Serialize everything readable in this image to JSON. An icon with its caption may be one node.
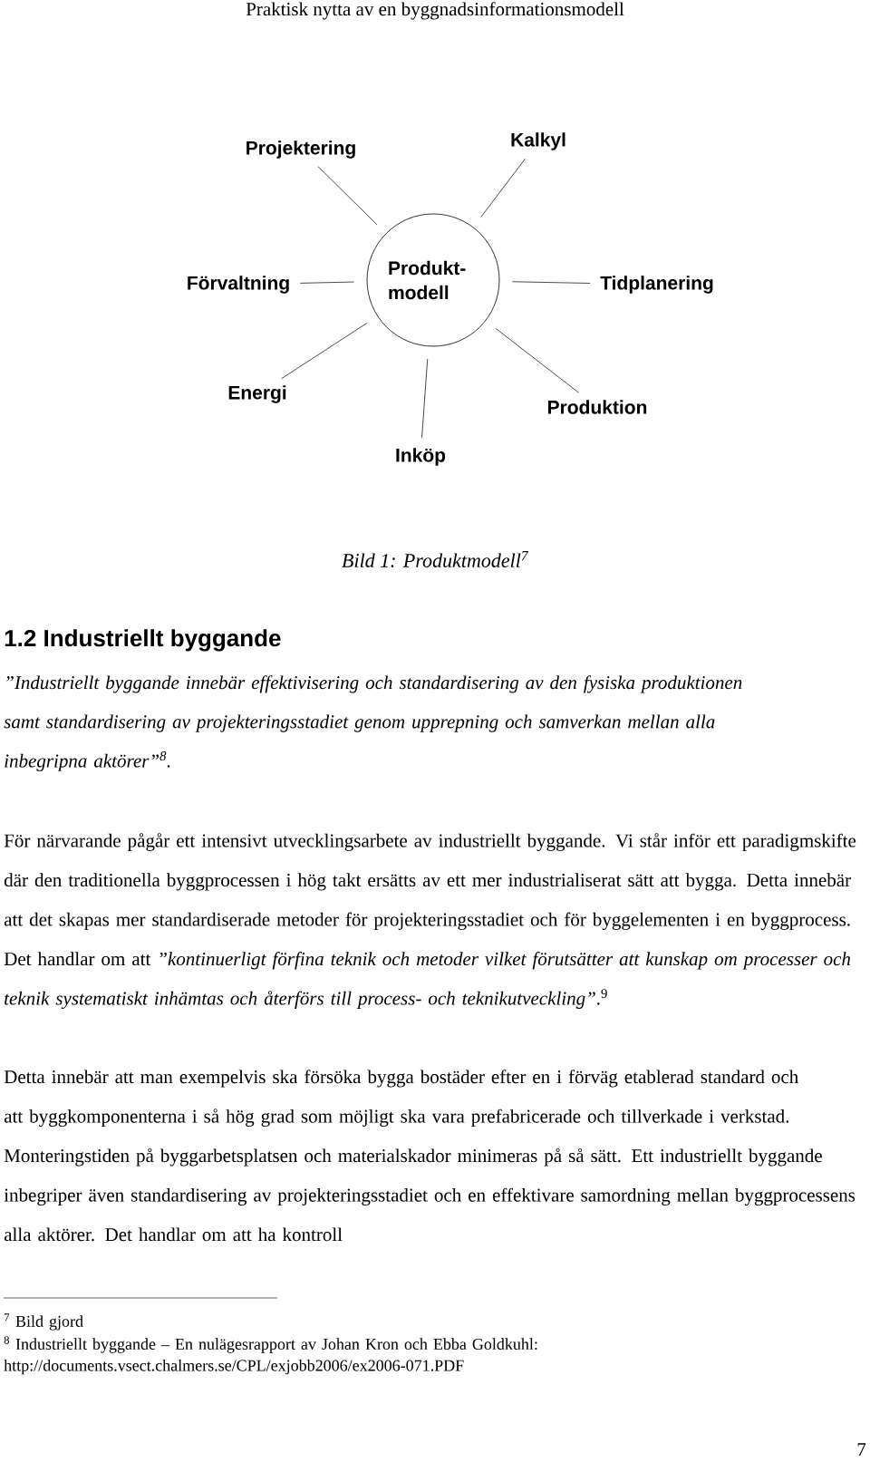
{
  "diagram": {
    "caption": "Bild 1: Produktmodell$^{7}$",
    "nodes": [
      {
        "text": [
          "Produkt- modell"
        ]
      },
      {
        "text": [
          "Projektering"
        ]
      },
      {
        "text": [
          "Kalkyl"
        ]
      },
      {
        "text": [
          "Förvaltning"
        ]
      },
      {
        "text": [
          "Tidplanering"
        ]
      },
      {
        "text": [
          "Energi"
        ]
      },
      {
        "text": [
          "Produktion"
        ]
      },
      {
        "text": [
          "Inköp"
        ]
      }
    ],
    "edges": [
      {
        "from": 0,
        "to": 1,
        "arrow": "none"
      },
      {
        "from": 0,
        "to": 2,
        "arrow": "none"
      },
      {
        "from": 0,
        "to": 3,
        "arrow": "none"
      },
      {
        "from": 0,
        "to": 4,
        "arrow": "none"
      },
      {
        "from": 0,
        "to": 5,
        "arrow": "none"
      },
      {
        "from": 0,
        "to": 6,
        "arrow": "none"
      },
      {
        "from": 0,
        "to": 7,
        "arrow": "none"
      }
    ],
    "labels": [
      "Praktisk nytta av en byggnadsinformationsmodell",
      "1.2 Industriellt byggande",
      "”Industriellt byggande innebär effektivisering och standardisering av den fysiska produktionen samt standardisering av projekteringsstadiet genom upprepning och samverkan mellan alla inbegripna aktörer”$^{8}$.",
      "För närvarande pågår ett intensivt utvecklingsarbete av industriellt byggande. Vi står inför ett paradigmskifte där den traditionella byggprocessen i hög takt ersätts av ett mer industrialiserat sätt att bygga. Detta innebär att det skapas mer standardiserade metoder för projekteringsstadiet och för byggelementen i en byggprocess. Det handlar om att *”kontinuerligt förfina teknik och metoder vilket förutsätter att kunskap om processer och teknik systematiskt inhämtas och återförs till process- och teknikutveckling”*.$^{9}$",
      "Detta innebär att man exempelvis ska försöka bygga bostäder efter en i förväg etablerad standard och att byggkomponenterna i så hög grad som möjligt ska vara prefabricerade och tillverkade i verkstad. Monteringstiden på byggarbetsplatsen och materialskador minimeras på så sätt. Ett industriellt byggande inbegriper även standardisering av projekteringsstadiet och en effektivare samordning mellan byggprocessens alla aktörer. Det handlar om att ha kontroll",
      "$^{7}$ Bild gjord",
      "$^{8}$ Industriellt byggande – En nulägesrapport av Johan Kron och Ebba Goldkuhl: http://documents.vsect.chalmers.se/CPL/exjobb2006/ex2006-071.PDF",
      "7"
    ]
  }
}
